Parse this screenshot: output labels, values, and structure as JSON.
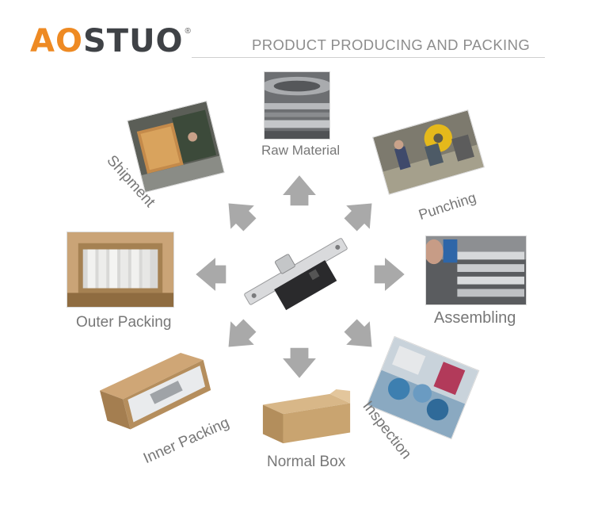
{
  "header": {
    "logo_text_a": "AO",
    "logo_text_b": "STUO",
    "logo_mark": "®",
    "title": "PRODUCT PRODUCING AND PACKING"
  },
  "steps": {
    "raw_material": "Raw Material",
    "punching": "Punching",
    "assembling": "Assembling",
    "inspection": "Inspection",
    "normal_box": "Normal Box",
    "inner_packing": "Inner Packing",
    "outer_packing": "Outer Packing",
    "shipment": "Shipment"
  },
  "colors": {
    "logo_accent": "#ee8a23",
    "logo_dark": "#3f4246",
    "arrow": "#a9a9a9",
    "label": "#777777"
  }
}
